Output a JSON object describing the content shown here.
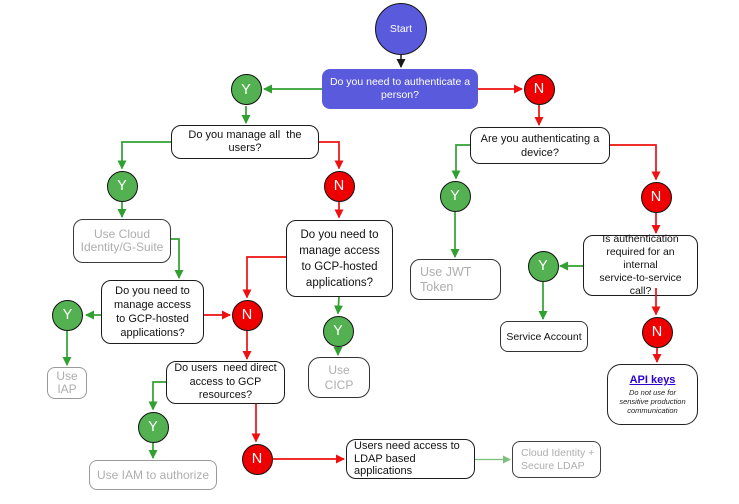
{
  "diagram_type": "decision-flowchart",
  "colors": {
    "start_fill": "#5a5adc",
    "question_highlight_fill": "#5a5adc",
    "yes_circle_fill": "#53b152",
    "no_circle_fill": "#ee0000",
    "yes_edge": "#30a030",
    "no_edge": "#ee1111",
    "terminal_text": "#b3b3b3",
    "link_color": "#2b00d5"
  },
  "labels": {
    "yes": "Y",
    "no": "N"
  },
  "nodes": {
    "start": {
      "label": "Start"
    },
    "q_person": {
      "text": "Do you need to authenticate a\nperson?"
    },
    "q_manage_users": {
      "text": "Do you manage all  the\nusers?"
    },
    "t_cloud_identity": {
      "text": "Use Cloud\nIdentity/G-Suite"
    },
    "q_gcp_left": {
      "text": "Do you need to\nmanage access\nto GCP-hosted\napplications?"
    },
    "t_use_iap": {
      "text": "Use\nIAP"
    },
    "q_gcp_mid": {
      "text": "Do you need to\nmanage access\nto GCP-hosted\napplications?"
    },
    "t_use_cicp": {
      "text": "Use\nCICP"
    },
    "q_direct_access": {
      "text": "Do users  need direct\naccess to GCP\nresources?"
    },
    "t_use_iam": {
      "text": "Use IAM to authorize"
    },
    "q_ldap": {
      "text": "Users need access to\nLDAP based\napplications"
    },
    "t_secure_ldap": {
      "text": "Cloud Identity +\nSecure LDAP"
    },
    "q_device": {
      "text": "Are you authenticating a\ndevice?"
    },
    "t_jwt": {
      "text": "Use JWT\nToken"
    },
    "q_is_auth": {
      "text": "Is authentication\nrequired for an\ninternal\nservice-to-service\ncall?"
    },
    "t_service_account": {
      "text": "Service Account"
    },
    "t_api_keys": {
      "link_text": "API keys",
      "note": "Do not use for\nsensitive production\ncommunication"
    }
  },
  "edges": [
    {
      "from": "start",
      "to": "q_person",
      "answer": ""
    },
    {
      "from": "q_person",
      "to": "q_manage_users",
      "answer": "Y"
    },
    {
      "from": "q_person",
      "to": "q_device",
      "answer": "N"
    },
    {
      "from": "q_manage_users",
      "to": "t_cloud_identity",
      "answer": "Y"
    },
    {
      "from": "q_manage_users",
      "to": "q_gcp_mid",
      "answer": "N"
    },
    {
      "from": "t_cloud_identity",
      "to": "q_gcp_left",
      "answer": ""
    },
    {
      "from": "q_gcp_left",
      "to": "t_use_iap",
      "answer": "Y"
    },
    {
      "from": "q_gcp_left",
      "to": "q_direct_access",
      "answer": "N"
    },
    {
      "from": "q_gcp_mid",
      "to": "t_use_cicp",
      "answer": "Y"
    },
    {
      "from": "q_gcp_mid",
      "to": "q_direct_access",
      "answer": "N"
    },
    {
      "from": "q_direct_access",
      "to": "t_use_iam",
      "answer": "Y"
    },
    {
      "from": "q_direct_access",
      "to": "q_ldap",
      "answer": "N"
    },
    {
      "from": "q_ldap",
      "to": "t_secure_ldap",
      "answer": ""
    },
    {
      "from": "q_device",
      "to": "t_jwt",
      "answer": "Y"
    },
    {
      "from": "q_device",
      "to": "q_is_auth",
      "answer": "N"
    },
    {
      "from": "q_is_auth",
      "to": "t_service_account",
      "answer": "Y"
    },
    {
      "from": "q_is_auth",
      "to": "t_api_keys",
      "answer": "N"
    }
  ]
}
